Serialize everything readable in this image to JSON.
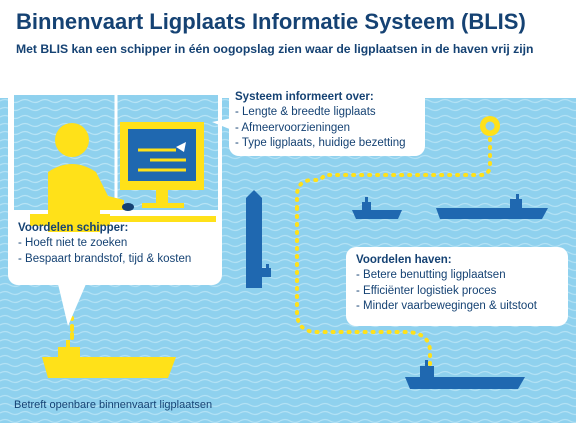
{
  "header": {
    "title": "Binnenvaart Ligplaats Informatie Systeem (BLIS)",
    "subtitle": "Met BLIS kan een schipper in één oogopslag zien waar de ligplaatsen in de haven vrij zijn"
  },
  "boxes": {
    "system": {
      "title": "Systeem informeert over:",
      "items": [
        "- Lengte & breedte ligplaats",
        "- Afmeervoorzieningen",
        "- Type ligplaats, huidige bezetting"
      ]
    },
    "skipper": {
      "title": "Voordelen schipper:",
      "items": [
        "- Hoeft niet te zoeken",
        "- Bespaart brandstof, tijd & kosten"
      ]
    },
    "port": {
      "title": "Voordelen haven:",
      "items": [
        "- Betere benutting ligplaatsen",
        "- Efficiënter logistiek proces",
        "- Minder vaarbewegingen & uitstoot"
      ]
    }
  },
  "footer": {
    "note": "Betreft openbare binnenvaart ligplaatsen"
  },
  "colors": {
    "navy": "#154273",
    "water": "#8fd1ee",
    "yellow": "#ffe119",
    "ship_blue": "#1f68b0"
  },
  "icons": [
    "skipper-figure-icon",
    "computer-screen-icon",
    "mouse-icon",
    "ship-icon",
    "route-path",
    "destination-marker-icon"
  ]
}
